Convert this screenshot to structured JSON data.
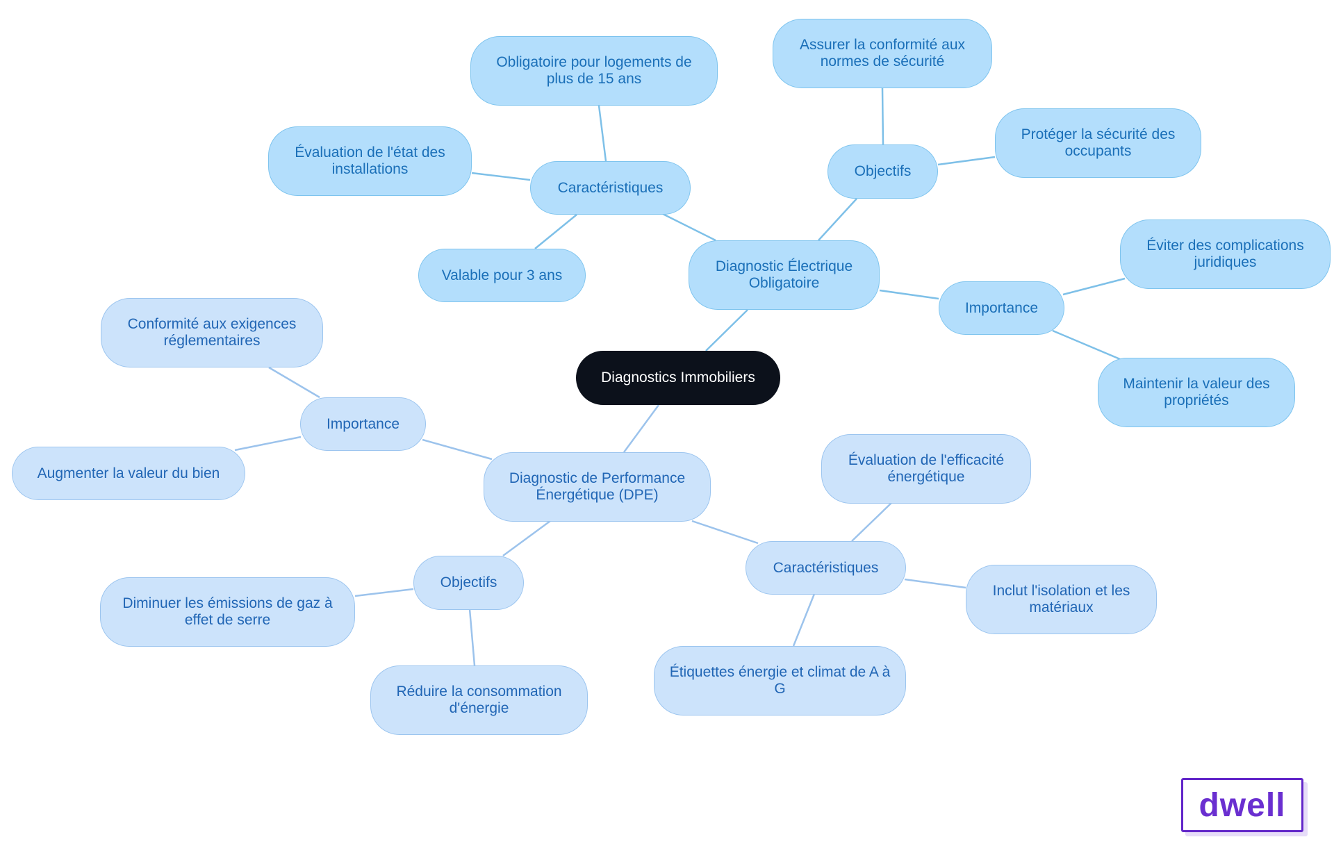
{
  "mindmap": {
    "root": "Diagnostics Immobiliers",
    "electrique": {
      "title": "Diagnostic Électrique Obligatoire",
      "caracteristiques": {
        "label": "Caractéristiques",
        "items": [
          "Obligatoire pour logements de plus de 15 ans",
          "Évaluation de l'état des installations",
          "Valable pour 3 ans"
        ]
      },
      "objectifs": {
        "label": "Objectifs",
        "items": [
          "Assurer la conformité aux normes de sécurité",
          "Protéger la sécurité des occupants"
        ]
      },
      "importance": {
        "label": "Importance",
        "items": [
          "Éviter des complications juridiques",
          "Maintenir la valeur des propriétés"
        ]
      }
    },
    "dpe": {
      "title": "Diagnostic de Performance Énergétique (DPE)",
      "importance": {
        "label": "Importance",
        "items": [
          "Conformité aux exigences réglementaires",
          "Augmenter la valeur du bien"
        ]
      },
      "objectifs": {
        "label": "Objectifs",
        "items": [
          "Diminuer les émissions de gaz à effet de serre",
          "Réduire la consommation d'énergie"
        ]
      },
      "caracteristiques": {
        "label": "Caractéristiques",
        "items": [
          "Évaluation de l'efficacité énergétique",
          "Inclut l'isolation et les matériaux",
          "Étiquettes énergie et climat de A à G"
        ]
      }
    }
  },
  "logo": {
    "text": "dwell"
  },
  "colors": {
    "root_fill": "#0c111b",
    "electrique_fill": "#b3defc",
    "electrique_text": "#1a6fb8",
    "dpe_fill": "#cce3fb",
    "dpe_text": "#2166b5",
    "logo": "#6226c9"
  }
}
